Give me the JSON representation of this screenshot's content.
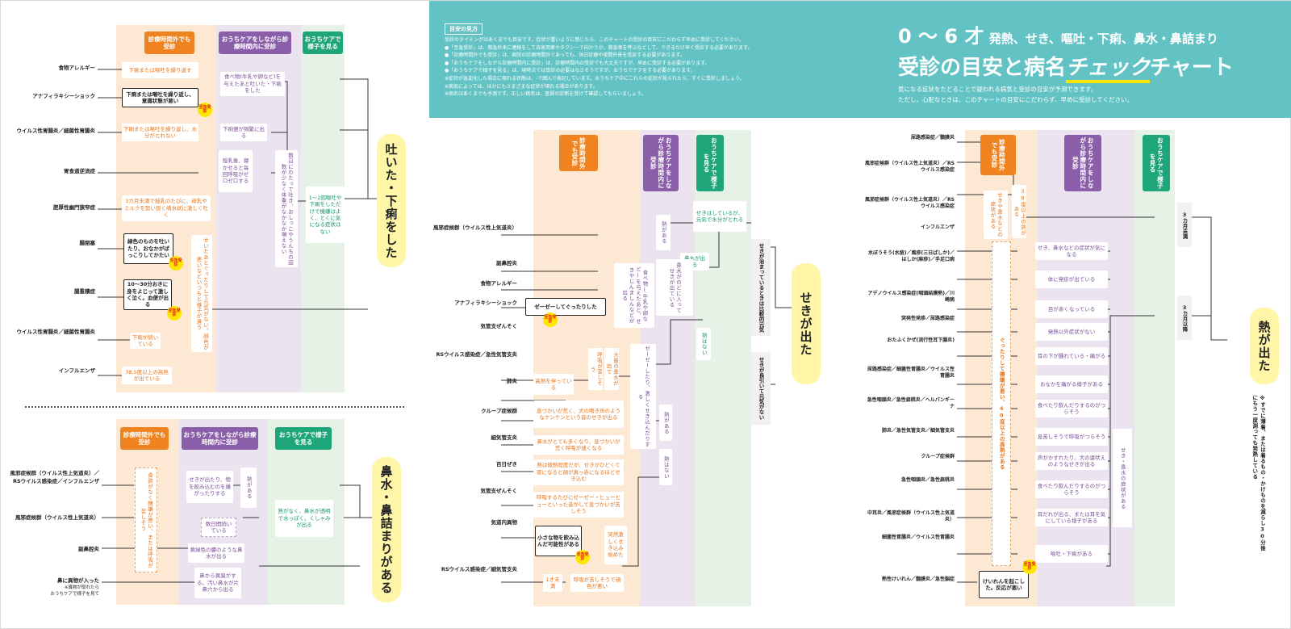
{
  "banner": {
    "title_range": "0 〜 6 才",
    "title_symptoms": "発熱、せき、嘔吐・下痢、鼻水・鼻詰まり",
    "title_main": "受診の目安と病名",
    "title_check": "チェック",
    "title_chart": "チャート",
    "sub1": "気になる症状をたどることで疑われる病気と受診の目安が予測できます。",
    "sub2": "ただし、心配なときは、このチャートの目安にこだわらず、早めに受診してください。",
    "guide_label": "目安の見方",
    "guide_lines": [
      "受診のタイミングはあくまでも目安です。症状が重いように感じたら、このチャートの受診の目安にこだわらず早めに受診してください。",
      "●「至急受診」は、救急外来に連絡をして自家用車やタクシーで向かうか、救急車を呼ぶなどして、できるだけ早く受診する必要があります。",
      "●「診療時間外でも受診」は、病院の診療時間外であっても、休日診療や夜間外来を受診する必要があります。",
      "●「おうちケアをしながら診療時間内に受診」は、診療時間内の受診でも大丈夫ですが、早めに受診する必要があります。",
      "●「おうちケアで様子を見る」は、現時点では受診の必要はなさそうですが、おうちでケアをする必要があります。",
      "※症状が急変化した場合に現れる状態は、-で囲んで表記しています。おうちケア中にこれらの症状が見られたら、すぐに受診しましょう。",
      "※病気によっては、ほかにもさまざまな症状が現れる場合があります。",
      "※病名はあくまでも予測です。正しい病名は、医師の診断を受けて確認してもらいましょう。"
    ]
  },
  "headers": {
    "after_hours": "診療時間外でも受診",
    "home_in_hours": "おうちケアをしながら診療時間内に受診",
    "home_watch": "おうちケアで様子を見る"
  },
  "urgent": "至急受診",
  "vomit": {
    "symptom": "吐いた・下痢をした",
    "start": "1〜2回嘔吐や下痢をしただけで機嫌はよく、とくに気になる症状はない",
    "boxes": {
      "a1": "下痢または嘔吐を繰り返す",
      "a2": "下痢または嘔吐を繰り返し、意識状態が悪い",
      "a3": "下痢または嘔吐を繰り返し、水分がとれない",
      "a4": "3カ月未満で授乳のたびに、母乳やミルクを勢い良く噴水状に激しく吐く",
      "a5": "緑色のものを吐いたり、おなかがぱっこりしてかたい",
      "a6": "10〜30分おきに身をよじって激しく泣く。血便が出る",
      "a7": "下痢が続いている",
      "a8": "38.5度以上の高熱が出ている",
      "p1": "食べ物(牛乳や卵など)を与えたあと吐いた・下痢をした",
      "p2": "下痢便が頻繁に出る",
      "p3": "授乳後、寝かせると毎回呼吸がゼロゼロする",
      "p4": "数日にわたって吐き、おしっこやうんちの回数が少なく体重がなかなか増えない",
      "p5": "せいたあとぐったりして元気がない。顔色が悪いなどいつもと様子が違う"
    },
    "diseases": [
      "食物アレルギー",
      "アナフィラキシーショック",
      "ウイルス性胃腸炎／細菌性胃腸炎",
      "胃食道逆流症",
      "肥厚性幽門狭窄症",
      "腸閉塞",
      "腸重積症",
      "ウイルス性胃腸炎／細菌性胃腸炎",
      "インフルエンザ"
    ]
  },
  "nose": {
    "symptom": "鼻水・鼻詰まりがある",
    "start": "熱がなく、鼻水が透明で水っぽく、くしゃみが出る",
    "boxes": {
      "o1": "食欲がなく機嫌が悪い、または呼吸が苦しそう",
      "p1": "せきが出たり、物を飲み込むのを嫌がったりする",
      "p2": "数日間続いている",
      "p3": "黄緑色の膿のような鼻水が出る",
      "p4": "鼻から異臭がする。汚い鼻水が片鼻穴から出る",
      "q1": "熱がある"
    },
    "diseases": [
      "風邪症候群（ウイルス性上気道炎）／RSウイルス感染症／インフルエンザ",
      "風邪症候群（ウイルス性上気道炎）",
      "副鼻腔炎",
      "鼻に異物が入った"
    ],
    "foreign_note1": "※異物が取れたら",
    "foreign_note2": "おうちケアで様子を見て"
  },
  "cough": {
    "symptom": "せきが出た",
    "start_ok": "せきが治まっているときは比較的元気",
    "start_bad": "せきが長引いて元気がない",
    "boxes": {
      "g1": "せきはしているが、元気で水分がとれる",
      "g2": "鼻水が出る",
      "g3": "熱はない",
      "p1": "熱がある",
      "p2": "鼻水がのどに入ってせきが出ている",
      "p3": "食べ物(牛乳や卵など)を与えたあと、せきやじんましんなどが出る",
      "p4": "ゼーゼーしたり、激しくせき込んだりする",
      "p5": "熱がある",
      "p6": "熱はない",
      "k1": "ゼーゼーしてぐったりした",
      "o1": "呼吸が苦しそう",
      "o2": "大量の鼻水が出て",
      "o3": "高熱を伴っている",
      "o4": "息づかいが荒く、犬の鳴き声のようなケンケンという音のせきが出る",
      "o5": "鼻水がとても多くなり、息づかいが荒く呼吸が速くなる",
      "o6": "熱は微熱程度だが、せきがひどくて夜になると顔が真っ赤になるほどせき込む",
      "o7": "呼吸するたびにゼーゼー・ヒューヒューといった音がして息づかいが苦しそう",
      "o8": "突然激しくせき込み始めた",
      "o9": "小さな物を飲み込んだ可能性がある",
      "o10": "1才未満",
      "o11": "呼吸が苦しそうで顔色が悪い"
    },
    "diseases": [
      "風邪症候群（ウイルス性上気道炎）",
      "副鼻腔炎",
      "食物アレルギー",
      "アナフィラキシーショック",
      "気管支ぜんそく",
      "RSウイルス感染症／急性気管支炎",
      "肺炎",
      "クループ症候群",
      "細気管支炎",
      "百日ぜき",
      "気管支ぜんそく",
      "気道内異物",
      "RSウイルス感染症／細気管支炎"
    ]
  },
  "fever": {
    "symptom": "熱が出た",
    "age1": "3カ月未満",
    "age2": "3カ月以降",
    "note": "※すでに薄着、または着るもの・かけものを減らし30分後にもう一度測っても発熱している",
    "o_top": "38度以上の熱がある",
    "o_sub": "せきや鼻水などの症状がある",
    "o_long": "ぐったりして機嫌が悪い、40度以上の高熱がある",
    "p_right": "せき・鼻水の症状がある",
    "k1": "けいれんを起こした。反応が悪い",
    "rows": [
      "せき、鼻水などの症状が気になる",
      "体に発疹が出ている",
      "目が赤くなっている",
      "発熱以外症状がない",
      "耳の下が腫れている・痛がる",
      "おなかを痛がる様子がある",
      "食べたり飲んだりするのがつらそう",
      "息苦しそうで呼吸がつらそう",
      "声がかすれたり、犬の遠吠えのようなせきが出る",
      "食べたり飲んだりするのがつらそう",
      "耳だれが出る、または耳を気にしている様子がある",
      "嘔吐・下痢がある"
    ],
    "diseases": [
      "尿路感染症／髄膜炎",
      "風邪症候群（ウイルス性上気道炎）／RSウイルス感染症",
      "風邪症候群（ウイルス性上気道炎）／RSウイルス感染症",
      "インフルエンザ",
      "水ぼうそう(水痘)／風疹(三日ばしか)／はしか(麻疹)／手足口病",
      "アデノウイルス感染症(咽頭結膜熱)／川崎病",
      "突発性発疹／尿路感染症",
      "おたふくかぜ(流行性耳下腺炎)",
      "尿路感染症／細菌性胃腸炎／ウイルス性胃腸炎",
      "急性咽頭炎／急性扁桃炎／ヘルパンギーナ",
      "肺炎／急性気管支炎／細気管支炎",
      "クループ症候群",
      "急性咽頭炎／急性扁桃炎",
      "中耳炎／風邪症候群（ウイルス性上気道炎）",
      "細菌性胃腸炎／ウイルス性胃腸炎",
      "熱性けいれん／髄膜炎／急性脳症"
    ]
  },
  "colors": {
    "teal": "#63c3c4",
    "orange": "#ee8320",
    "purple": "#8a5ea8",
    "green": "#1ea67a",
    "yellow": "#fff6a8",
    "urgent": "#ffe600"
  }
}
